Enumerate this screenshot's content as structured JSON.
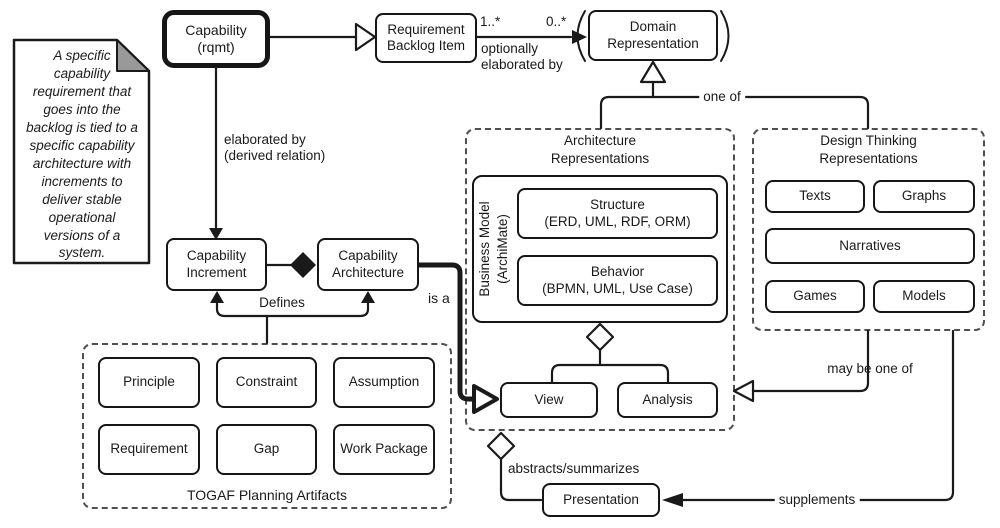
{
  "colors": {
    "line": "#1a1a1a",
    "note_fold": "#999999",
    "background": "#ffffff"
  },
  "note": {
    "text": "A specific\ncapability\nrequirement that\ngoes into the\nbacklog is tied to a\nspecific capability\narchitecture with\nincrements to\ndeliver stable\noperational\nversions of a\nsystem."
  },
  "nodes": {
    "capability": "Capability\n(rqmt)",
    "requirement_backlog_item": "Requirement\nBacklog Item",
    "domain_representation": "Domain\nRepresentation",
    "capability_increment": "Capability\nIncrement",
    "capability_architecture": "Capability\nArchitecture",
    "business_model": "Business Model\n(ArchiMate)",
    "structure": "Structure\n(ERD, UML, RDF, ORM)",
    "behavior": "Behavior\n(BPMN, UML, Use Case)",
    "view": "View",
    "analysis": "Analysis",
    "presentation": "Presentation"
  },
  "groups": {
    "architecture": {
      "title": "Architecture\nRepresentations"
    },
    "design_thinking": {
      "title": "Design Thinking\nRepresentations",
      "items": [
        "Texts",
        "Graphs",
        "Narratives",
        "Games",
        "Models"
      ]
    },
    "togaf": {
      "title": "TOGAF Planning Artifacts",
      "items": [
        "Principle",
        "Constraint",
        "Assumption",
        "Requirement",
        "Gap",
        "Work Package"
      ]
    }
  },
  "labels": {
    "multiplicity_source": "1..*",
    "multiplicity_target": "0..*",
    "optionally_elaborated_by": "optionally\nelaborated by",
    "elaborated_by": "elaborated by\n(derived relation)",
    "one_of": "one of",
    "defines": "Defines",
    "is_a": "is a",
    "may_be_one_of": "may be one of",
    "abstracts_summarizes": "abstracts/summarizes",
    "supplements": "supplements"
  }
}
